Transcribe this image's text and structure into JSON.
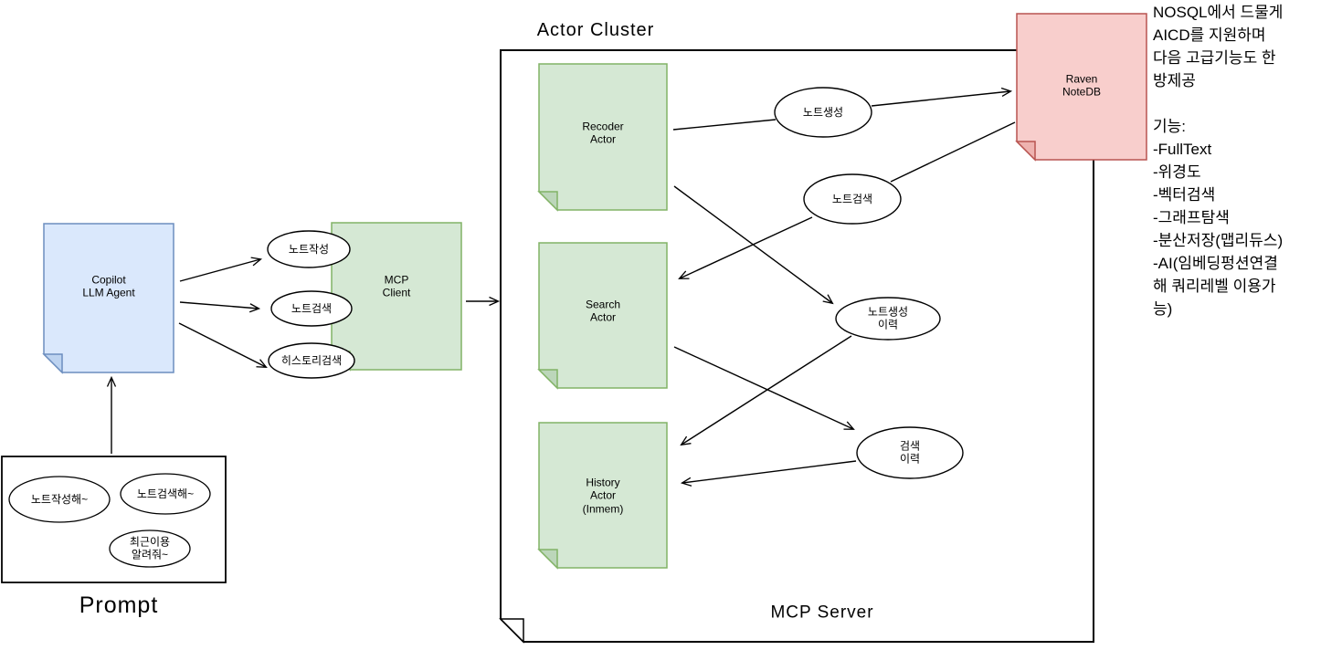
{
  "titles": {
    "actor_cluster": "Actor Cluster",
    "mcp_server": "MCP Server",
    "prompt": "Prompt"
  },
  "notes": {
    "copilot": {
      "label": "Copilot\nLLM Agent"
    },
    "mcp_client": {
      "label": "MCP\nClient"
    },
    "recoder": {
      "label": "Recoder\nActor"
    },
    "search": {
      "label": "Search\nActor"
    },
    "history": {
      "label": "History\nActor\n(Inmem)"
    },
    "raven": {
      "label": "Raven\nNoteDB"
    }
  },
  "usecases": {
    "client": [
      "노트작성",
      "노트검색",
      "히스토리검색"
    ],
    "server": [
      "노트생성",
      "노트검색",
      "노트생성\n이력",
      "검색\n이력"
    ],
    "prompt": [
      "노트작성해~",
      "노트검색해~",
      "최근이용\n알려줘~"
    ]
  },
  "side_note": {
    "text": "NOSQL에서 드물게\nAICD를 지원하며\n다음 고급기능도 한\n방제공\n\n기능:\n-FullText\n-위경도\n-벡터검색\n-그래프탐색\n-분산저장(맵리듀스)\n-AI(임베딩펑션연결\n해 쿼리레벨 이용가\n능)"
  },
  "colors": {
    "note_blue_fill": "#dae8fc",
    "note_blue_stroke": "#6c8ebf",
    "note_blue_fold": "#bdd3f0",
    "note_green_fill": "#d5e8d4",
    "note_green_stroke": "#82b366",
    "note_green_fold": "#bcd6ba",
    "note_pink_fill": "#f8cecc",
    "note_pink_stroke": "#b85450",
    "note_pink_fold": "#eeb2af",
    "box_fill": "#ffffff",
    "box_stroke": "#000000",
    "line_color": "#000000"
  }
}
